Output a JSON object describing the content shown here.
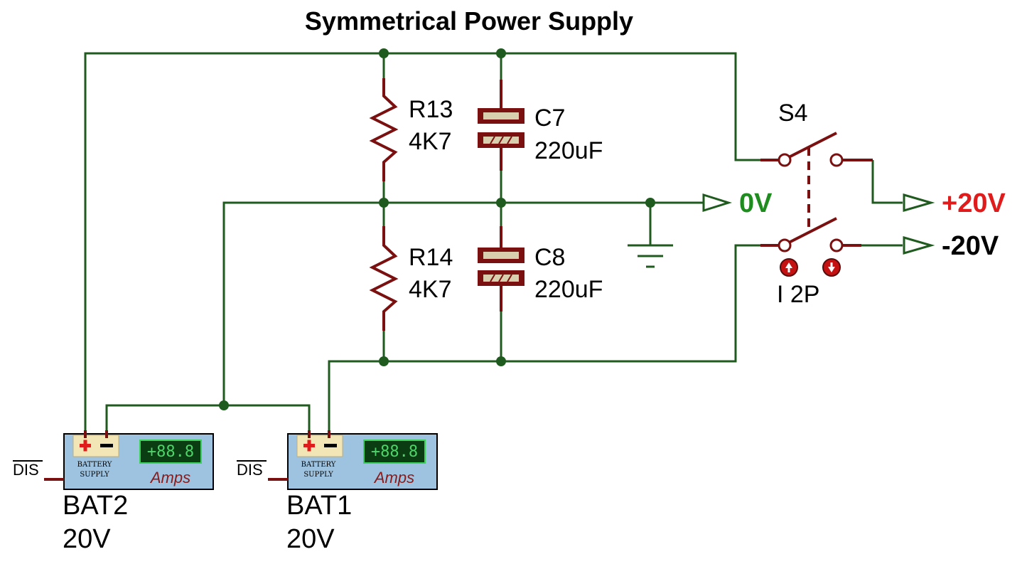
{
  "title": "Symmetrical Power Supply",
  "components": {
    "r13": {
      "ref": "R13",
      "value": "4K7"
    },
    "r14": {
      "ref": "R14",
      "value": "4K7"
    },
    "c7": {
      "ref": "C7",
      "value": "220uF"
    },
    "c8": {
      "ref": "C8",
      "value": "220uF"
    },
    "s4": {
      "ref": "S4",
      "value": "I 2P"
    },
    "bat1": {
      "ref": "BAT1",
      "value": "20V",
      "dis": "DIS",
      "line1": "BATTERY",
      "line2": "SUPPLY",
      "meter": "+88.8",
      "unit": "Amps"
    },
    "bat2": {
      "ref": "BAT2",
      "value": "20V",
      "dis": "DIS",
      "line1": "BATTERY",
      "line2": "SUPPLY",
      "meter": "+88.8",
      "unit": "Amps"
    }
  },
  "ports": {
    "zero": {
      "label": "0V",
      "color": "#1e8c1e"
    },
    "plus": {
      "label": "+20V",
      "color": "#e01b1b"
    },
    "minus": {
      "label": "-20V",
      "color": "#000000"
    }
  },
  "colors": {
    "wire": "#1f5a1f",
    "component": "#7a1010",
    "battery_body": "#9ec3e0",
    "meter_bg": "#0b3d12"
  }
}
